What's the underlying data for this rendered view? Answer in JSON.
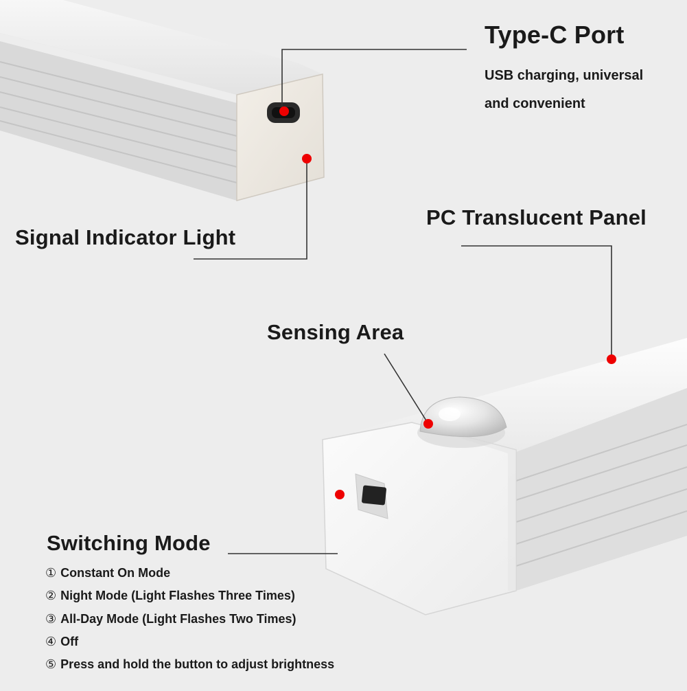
{
  "colors": {
    "background": "#ededed",
    "marker": "#ee0000",
    "leader_line": "#333333",
    "text": "#1a1a1a"
  },
  "callouts": {
    "type_c": {
      "title": "Type-C Port",
      "desc_line1": "USB charging, universal",
      "desc_line2": "and convenient"
    },
    "signal_light": {
      "title": "Signal Indicator Light"
    },
    "panel": {
      "title": "PC Translucent Panel"
    },
    "sensing": {
      "title": "Sensing Area"
    },
    "switching": {
      "title": "Switching Mode",
      "modes": [
        {
          "num": "①",
          "text": "Constant On Mode"
        },
        {
          "num": "②",
          "text": "Night Mode (Light Flashes Three Times)"
        },
        {
          "num": "③",
          "text": "All-Day Mode (Light Flashes Two Times)"
        },
        {
          "num": "④",
          "text": "Off"
        },
        {
          "num": "⑤",
          "text": "Press and hold the button to adjust brightness"
        }
      ]
    }
  }
}
